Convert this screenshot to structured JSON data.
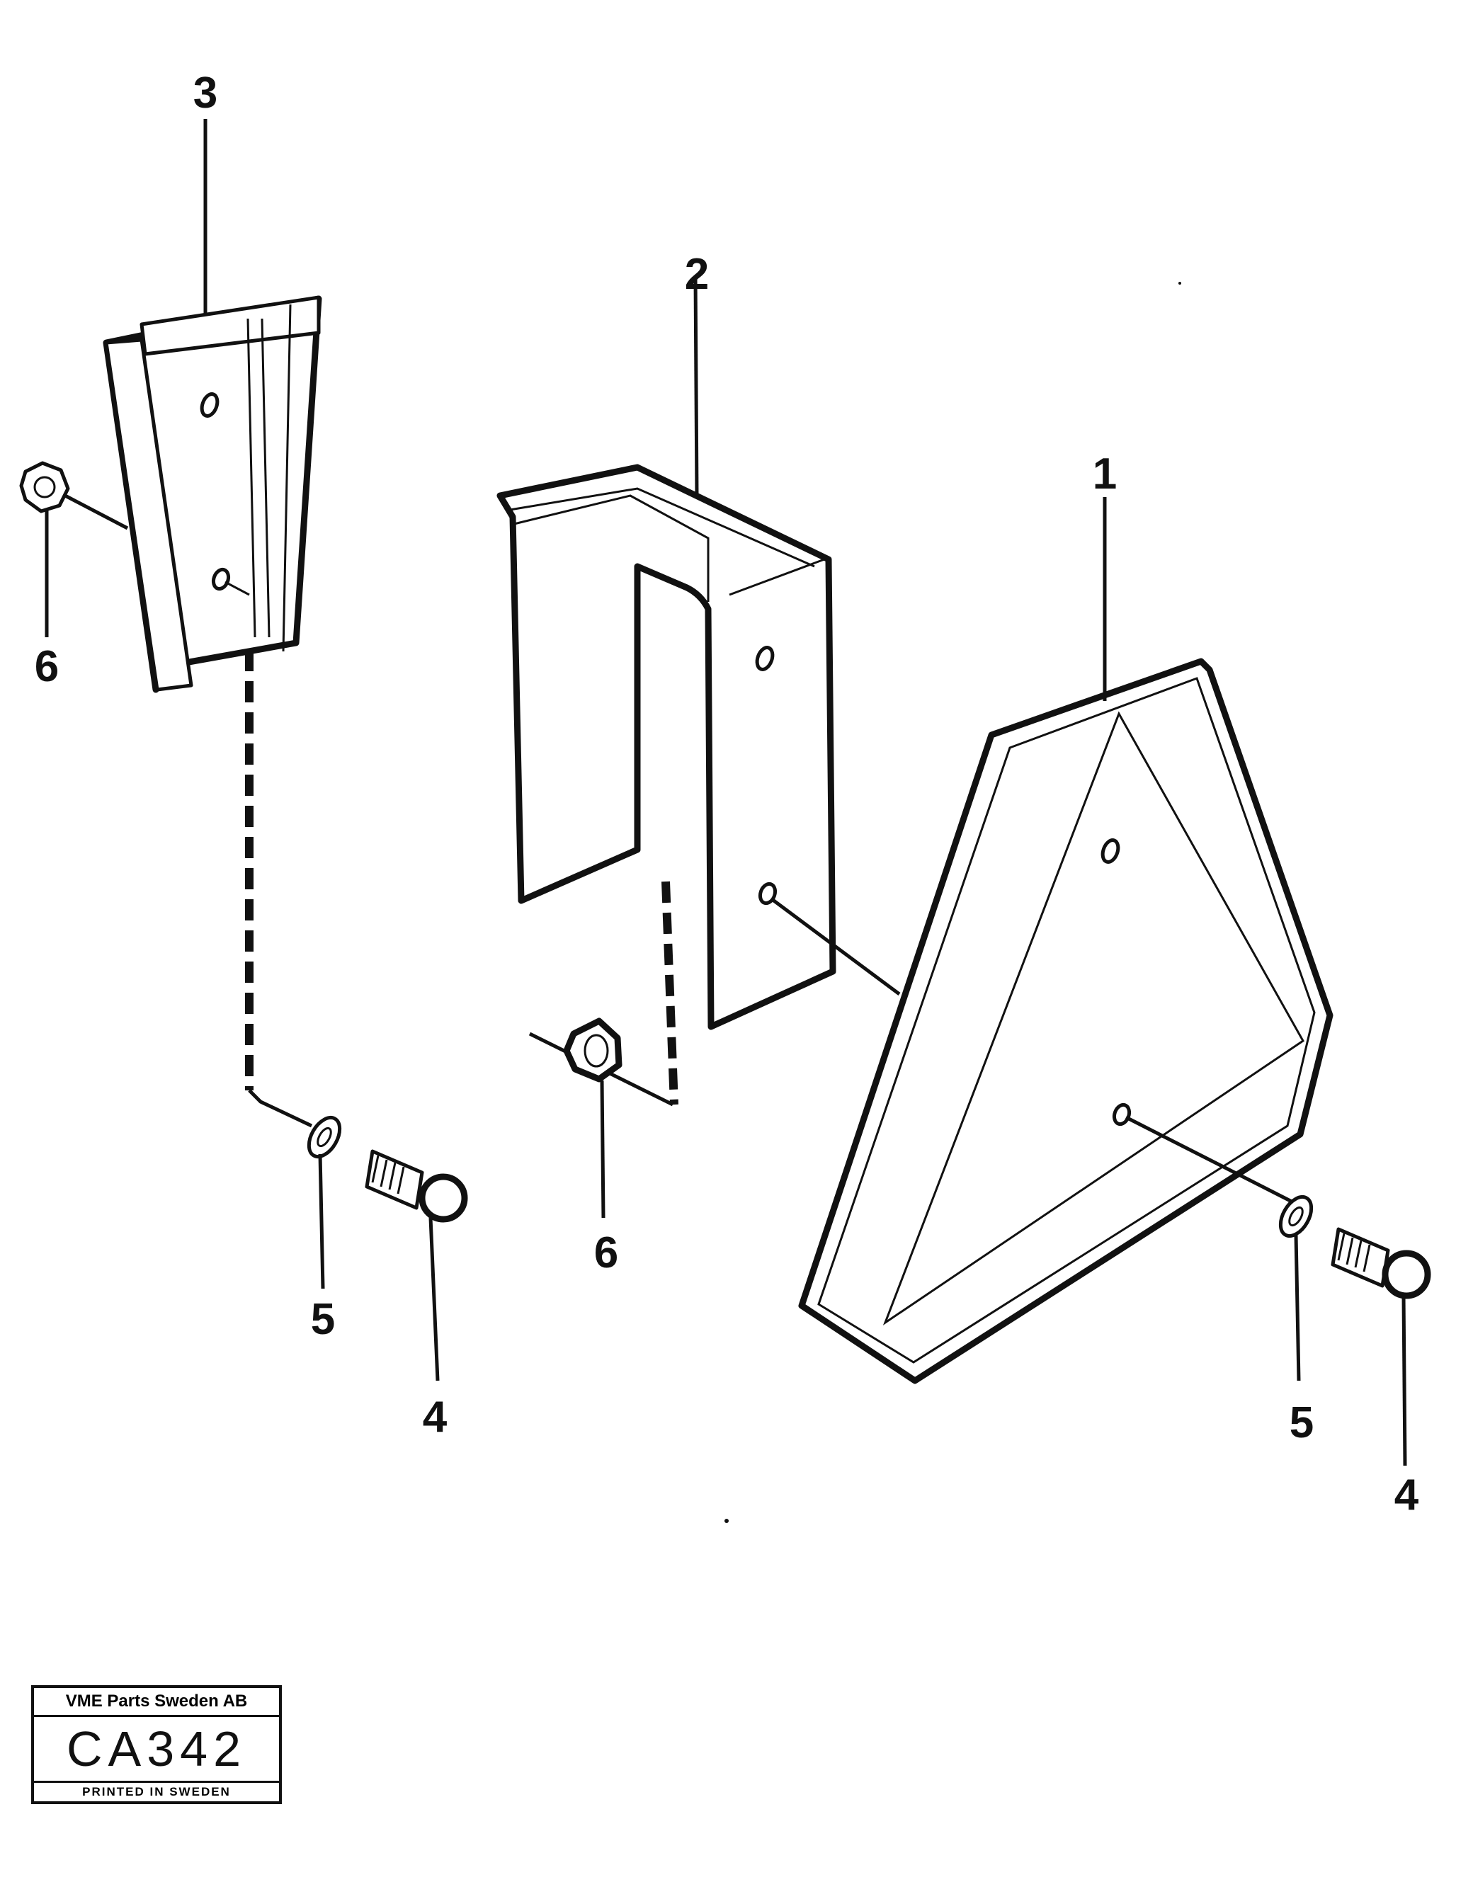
{
  "callouts": {
    "c1": "1",
    "c2": "2",
    "c3": "3",
    "c4_left": "4",
    "c4_right": "4",
    "c5_left": "5",
    "c5_right": "5",
    "c6_left": "6",
    "c6_mid": "6"
  },
  "stamp": {
    "company": "VME Parts Sweden AB",
    "code": "CA342",
    "printed": "PRINTED IN SWEDEN"
  }
}
